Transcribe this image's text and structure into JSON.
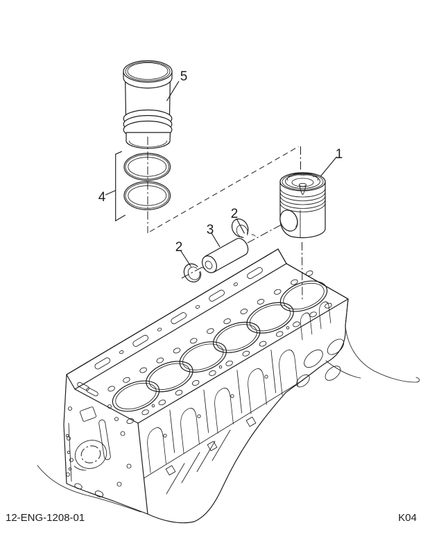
{
  "page": {
    "background": "#ffffff",
    "line_color": "#1c1c1c"
  },
  "callouts": {
    "part1": "1",
    "part2_upper": "2",
    "part2_lower": "2",
    "part3": "3",
    "part4": "4",
    "part5": "5"
  },
  "footer": {
    "doc_number": "12-ENG-1208-01",
    "page_code": "K04"
  }
}
